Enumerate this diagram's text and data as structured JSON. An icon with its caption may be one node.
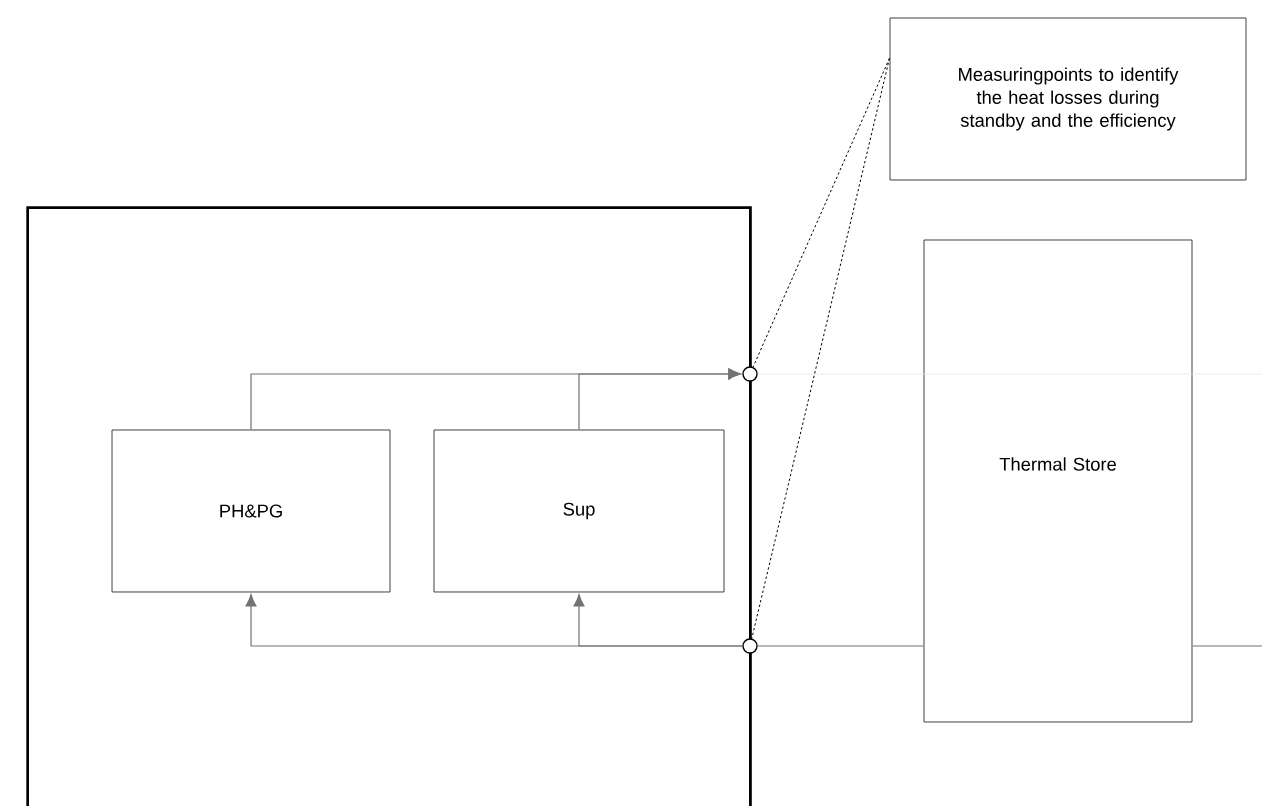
{
  "diagram": {
    "nodes": [
      {
        "text": [],
        "shape": "box"
      },
      {
        "text": [
          "PH&PG"
        ],
        "in": 0
      },
      {
        "text": [
          "Sup"
        ],
        "in": 0
      },
      {
        "text": [
          "Thermal Store"
        ]
      },
      {
        "text": [
          "Measuringpoints to identify the heat losses during standby and the efficiency"
        ]
      },
      {
        "text": [],
        "shape": "circle"
      },
      {
        "text": [],
        "shape": "circle"
      }
    ],
    "edges": [
      {
        "from": 1,
        "to": 5,
        "arrow": "to"
      },
      {
        "from": 2,
        "to": 5,
        "arrow": "to"
      },
      {
        "from": 5,
        "to": null,
        "arrow": "none",
        "color": "#e6e6e6"
      },
      {
        "from": 6,
        "to": 1,
        "arrow": "to"
      },
      {
        "from": 6,
        "to": 2,
        "arrow": "to"
      },
      {
        "from": 6,
        "to": 3,
        "arrow": "none"
      },
      {
        "from": 3,
        "to": null,
        "arrow": "none"
      },
      {
        "from": 4,
        "to": 5,
        "arrow": "none",
        "style": "dashed",
        "color": "#000000"
      },
      {
        "from": 4,
        "to": 6,
        "arrow": "none",
        "style": "dashed",
        "color": "#000000"
      }
    ]
  }
}
